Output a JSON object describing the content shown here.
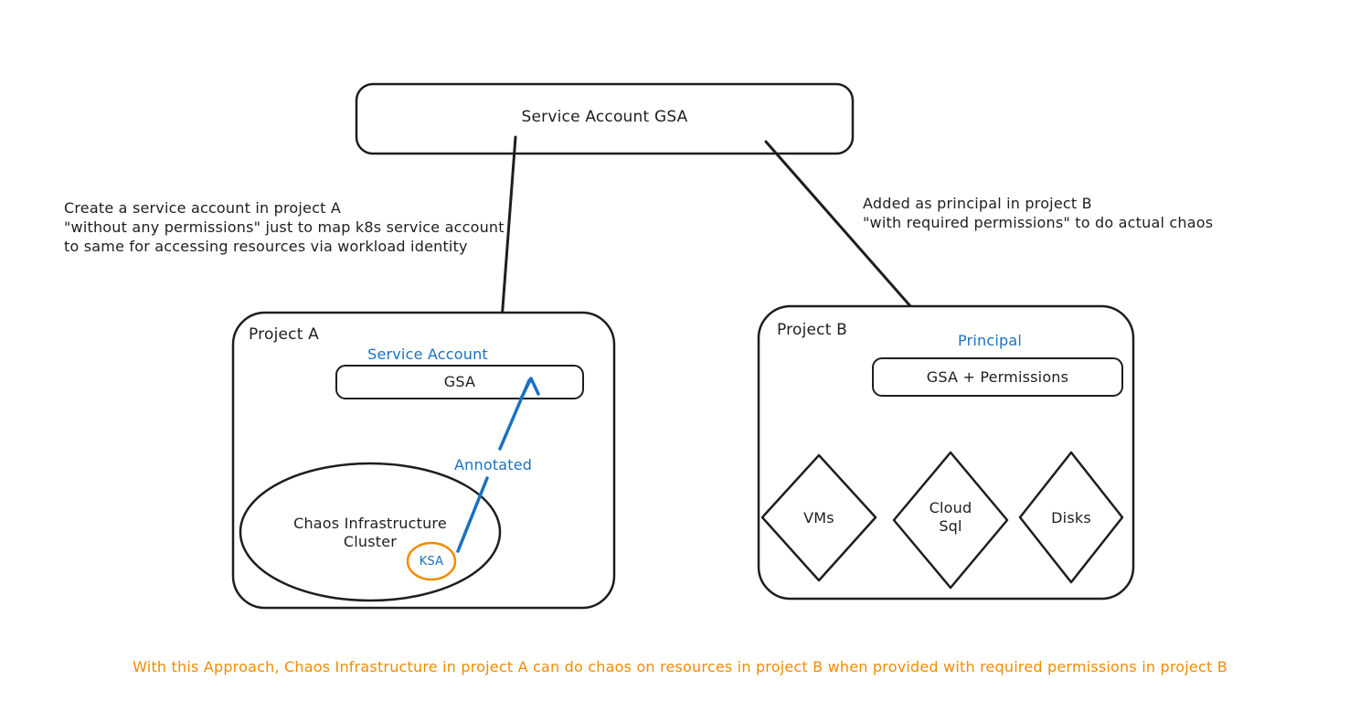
{
  "colors": {
    "ink": "#1e1e1e",
    "blue": "#1971c2",
    "orange": "#f08c00",
    "background": "#ffffff"
  },
  "top_box": {
    "label": "Service Account GSA"
  },
  "notes": {
    "left": "Create a service account in project A\n\"without any permissions\" just to map k8s service account\nto same for accessing resources via workload identity",
    "right": "Added as principal in project B\n\"with required permissions\" to do actual chaos",
    "footer": "With this Approach, Chaos Infrastructure in project A can do chaos on resources in project B when provided with required permissions in project B"
  },
  "project_a": {
    "title": "Project A",
    "service_account_label": "Service Account",
    "gsa_box_label": "GSA",
    "annotated_arrow_label": "Annotated",
    "cluster_label": "Chaos Infrastructure\nCluster",
    "ksa_label": "KSA"
  },
  "project_b": {
    "title": "Project B",
    "principal_label": "Principal",
    "gsa_permissions_box_label": "GSA + Permissions",
    "resources": [
      {
        "label": "VMs",
        "shape": "diamond"
      },
      {
        "label": "Cloud\nSql",
        "shape": "diamond"
      },
      {
        "label": "Disks",
        "shape": "diamond"
      }
    ]
  }
}
